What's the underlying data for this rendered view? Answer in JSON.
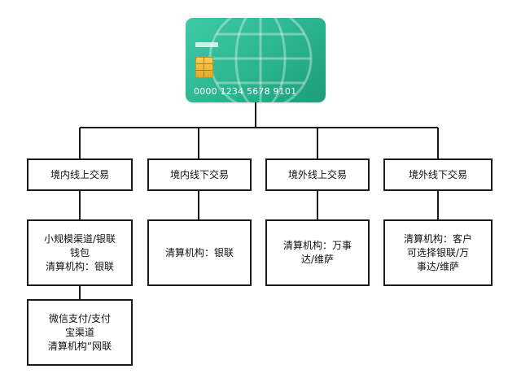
{
  "card": {
    "number": "0000 1234 5678 9101",
    "color": "#2bb48f"
  },
  "categories": [
    {
      "title": "境内线上交易",
      "details": [
        {
          "lines": [
            "小规模渠道/银联",
            "钱包",
            "清算机构：银联"
          ]
        },
        {
          "lines": [
            "微信支付/支付",
            "宝渠道",
            "清算机构“网联"
          ]
        }
      ]
    },
    {
      "title": "境内线下交易",
      "details": [
        {
          "lines": [
            "清算机构：银联"
          ]
        }
      ]
    },
    {
      "title": "境外线上交易",
      "details": [
        {
          "lines": [
            "清算机构：万事",
            "达/维萨"
          ]
        }
      ]
    },
    {
      "title": "境外线下交易",
      "details": [
        {
          "lines": [
            "清算机构：客户",
            "可选择银联/万",
            "事达/维萨"
          ]
        }
      ]
    }
  ]
}
